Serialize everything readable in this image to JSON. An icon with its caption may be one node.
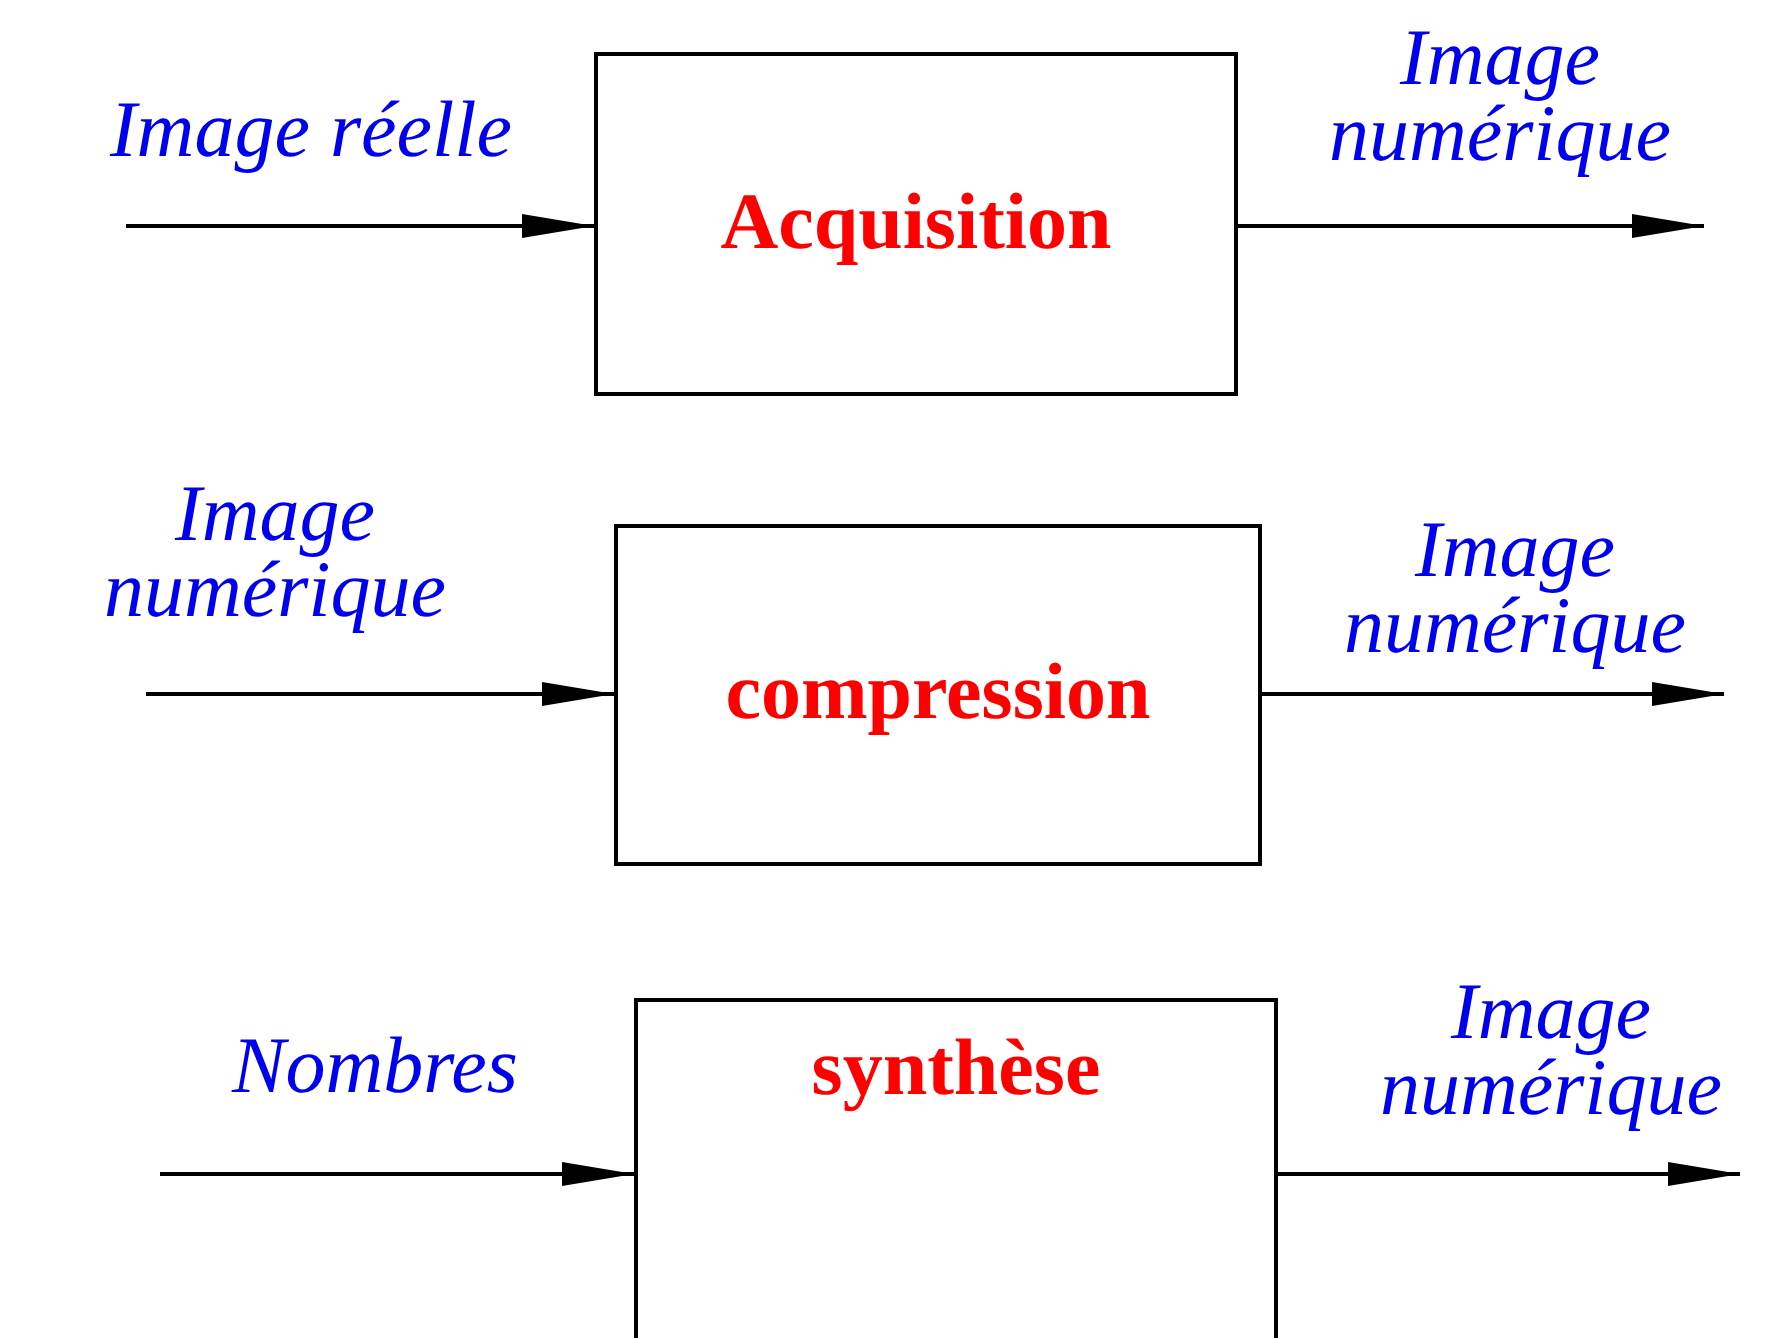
{
  "diagram": {
    "nodes": [
      {
        "text": [
          "Acquisition"
        ]
      },
      {
        "text": [
          "compression"
        ]
      },
      {
        "text": [
          "synthèse"
        ]
      }
    ],
    "edges": [
      {
        "from": null,
        "to": 0,
        "arrow": "to",
        "label": "Image réelle"
      },
      {
        "from": 0,
        "to": null,
        "arrow": "to",
        "label": "Image numérique"
      },
      {
        "from": null,
        "to": 1,
        "arrow": "to",
        "label": "Image numérique"
      },
      {
        "from": 1,
        "to": null,
        "arrow": "to",
        "label": "Image numérique"
      },
      {
        "from": null,
        "to": 2,
        "arrow": "to",
        "label": "Nombres"
      },
      {
        "from": 2,
        "to": null,
        "arrow": "to",
        "label": "Image numérique"
      }
    ]
  }
}
